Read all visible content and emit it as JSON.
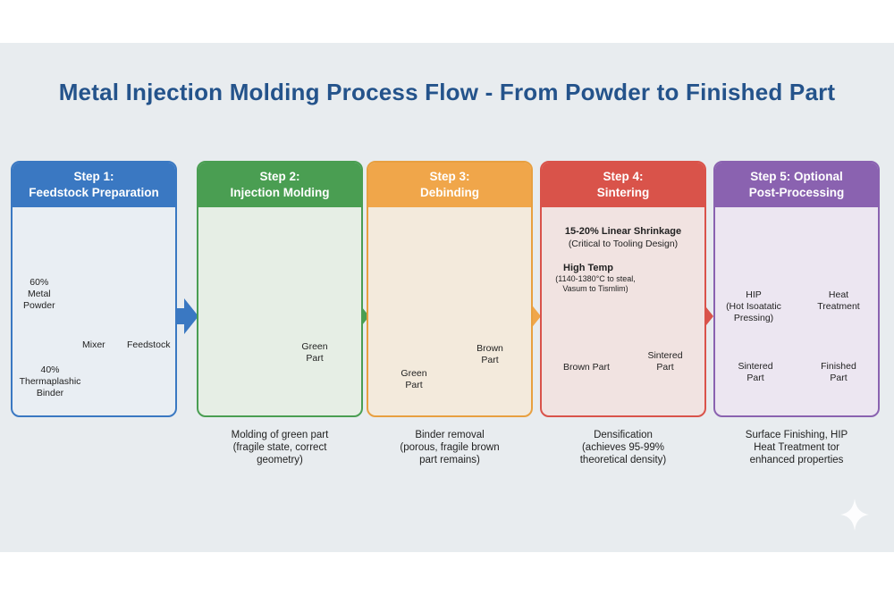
{
  "title": "Metal Injection Molding Process Flow - From Powder to Finished Part",
  "colors": {
    "step1": "#3a78c2",
    "step2": "#4a9e52",
    "step3": "#e8a040",
    "step4": "#d9534a",
    "step5": "#8a62b0",
    "title": "#24538b"
  },
  "steps": [
    {
      "number": "Step 1:",
      "name": "Feedstock Preparation",
      "labels": {
        "powder": "60%\nMetal\nPowder",
        "binder": "40%\nThermaplashic\nBinder",
        "mixer": "Mixer",
        "feedstock": "Feedstock"
      },
      "caption": ""
    },
    {
      "number": "Step 2:",
      "name": "Injection Molding",
      "labels": {
        "green_part": "Green\nPart"
      },
      "caption": "Molding of green part\n(fragile state, correct\ngeometry)"
    },
    {
      "number": "Step 3:",
      "name": "Debinding",
      "labels": {
        "green_part": "Green\nPart",
        "brown_part": "Brown\nPart"
      },
      "caption": "Binder removal\n(porous, fragile brown\npart remains)"
    },
    {
      "number": "Step 4:",
      "name": "Sintering",
      "labels": {
        "shrinkage": "15-20% Linear Shrinkage",
        "shrinkage_note": "(Critical to Tooling Design)",
        "high_temp": "High Temp",
        "temp_note": "(1140-1380°C to steal,\nVasum to Tismlim)",
        "brown_part": "Brown Part",
        "sintered_part": "Sintered\nPart"
      },
      "caption": "Densification\n(achieves 95-99%\ntheoretical density)"
    },
    {
      "number": "Step 5: Optional",
      "name": "Post-Processing",
      "labels": {
        "hip": "HIP\n(Hot Isoatatic\nPressing)",
        "heat": "Heat\nTreatment",
        "sintered": "Sintered\nPart",
        "finished": "Finished\nPart"
      },
      "caption": "Surface Finishing, HIP\nHeat Treatment tor\nenhanced properties"
    }
  ]
}
